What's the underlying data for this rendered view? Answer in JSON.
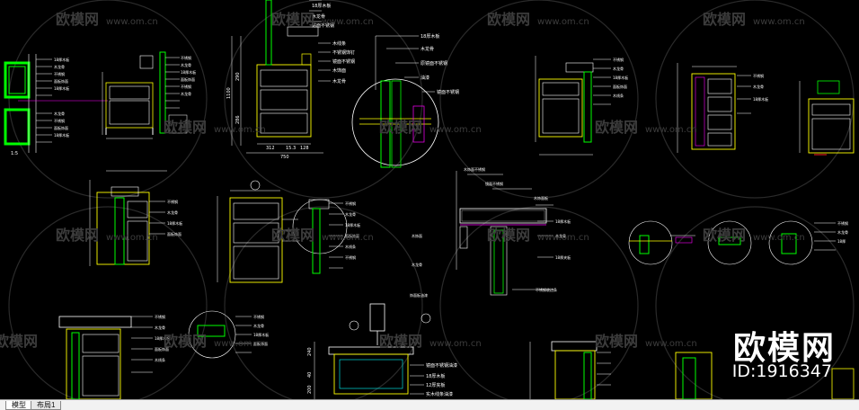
{
  "watermark": {
    "brand": "欧模网",
    "url": "www.om.cn",
    "id_label": "ID:1916347"
  },
  "tabs": [
    {
      "label": "模型"
    },
    {
      "label": "布局1"
    }
  ],
  "annotations": {
    "label_18": "18厚木板",
    "label_block": "木龙骨",
    "label_steel": "不锈钢",
    "label_panel": "面板饰面",
    "label_dims_312": "312",
    "label_dims_153": "15.3",
    "label_dims_128": "128",
    "label_dims_750": "750",
    "label_1100": "1100",
    "label_200": "200"
  },
  "colors": {
    "green": "#00ff00",
    "white": "#ffffff",
    "yellow": "#ffff00",
    "magenta": "#ff00ff",
    "cyan": "#00ffff",
    "red": "#ff2020"
  }
}
